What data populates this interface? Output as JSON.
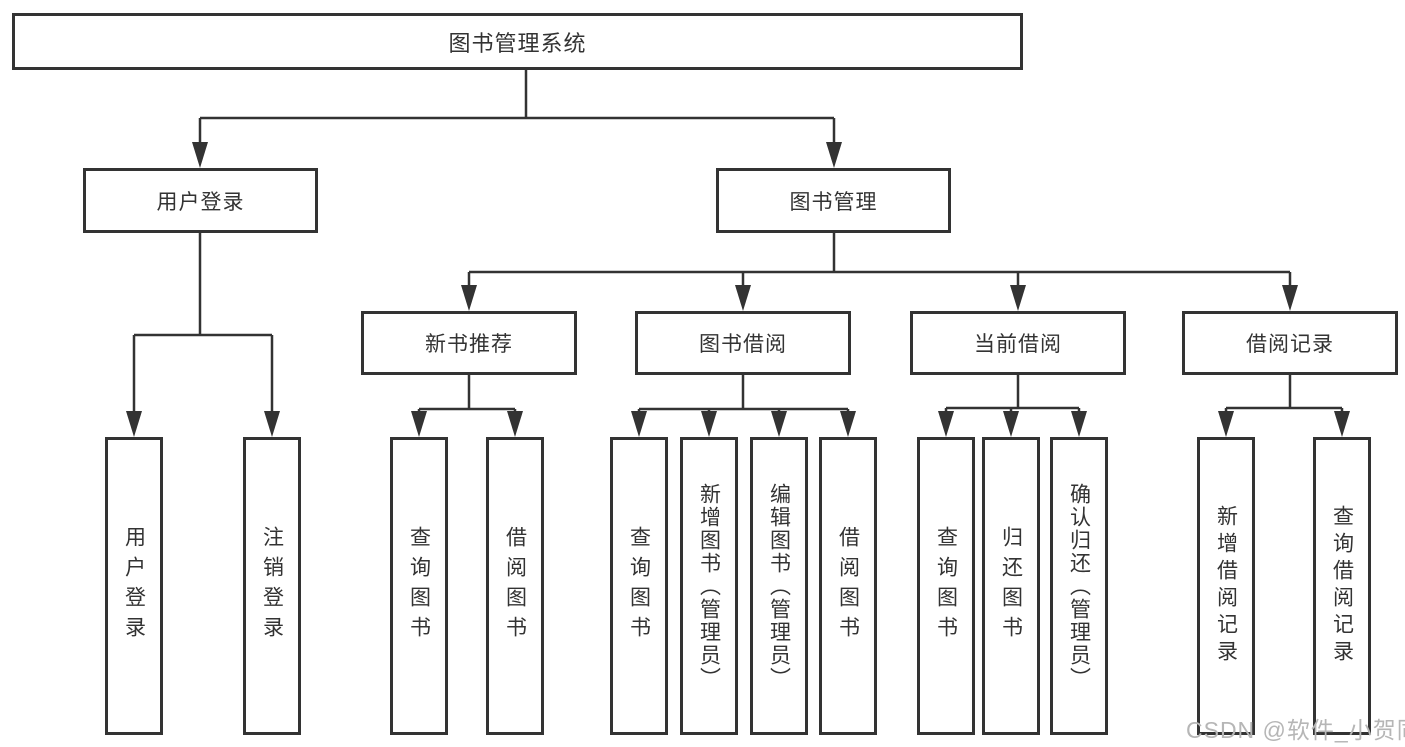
{
  "colors": {
    "line": "#333333",
    "text": "#333333",
    "box_background": "#ffffff",
    "watermark": "#b6b6b6"
  },
  "watermark": "CSDN @软件_小贺同学",
  "nodes": {
    "root": "图书管理系统",
    "user_login": "用户登录",
    "book_management": "图书管理",
    "new_book_recommend": "新书推荐",
    "book_borrowing": "图书借阅",
    "current_borrowing": "当前借阅",
    "borrowing_records": "借阅记录",
    "leaf_user_login": "用户登录",
    "leaf_logout": "注销登录",
    "leaf_rec_query_books": "查询图书",
    "leaf_rec_borrow_books": "借阅图书",
    "leaf_bb_query_books": "查询图书",
    "leaf_bb_add_books": "新增图书（管理员）",
    "leaf_bb_edit_books": "编辑图书（管理员）",
    "leaf_bb_borrow_books": "借阅图书",
    "leaf_cur_query_books": "查询图书",
    "leaf_cur_return_books": "归还图书",
    "leaf_cur_confirm_return": "确认归还（管理员）",
    "leaf_records_add": "新增借阅记录",
    "leaf_records_query": "查询借阅记录"
  },
  "hierarchy": {
    "图书管理系统": {
      "用户登录": [
        "用户登录",
        "注销登录"
      ],
      "图书管理": {
        "新书推荐": [
          "查询图书",
          "借阅图书"
        ],
        "图书借阅": [
          "查询图书",
          "新增图书（管理员）",
          "编辑图书（管理员）",
          "借阅图书"
        ],
        "当前借阅": [
          "查询图书",
          "归还图书",
          "确认归还（管理员）"
        ],
        "借阅记录": [
          "新增借阅记录",
          "查询借阅记录"
        ]
      }
    }
  }
}
